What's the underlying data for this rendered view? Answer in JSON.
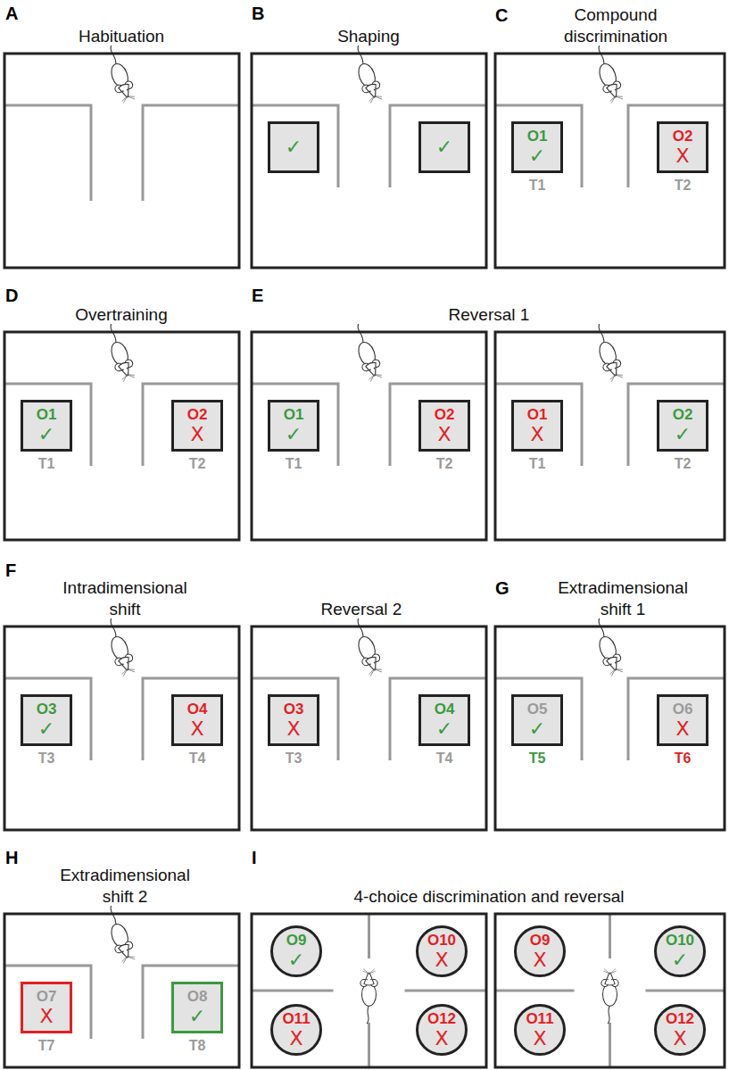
{
  "diagram": {
    "nodes": [
      {
        "text": [
          "A",
          "Habituation"
        ]
      },
      {
        "text": [
          "B",
          "Shaping"
        ]
      },
      {
        "text": [
          "✓"
        ],
        "in": 1
      },
      {
        "text": [
          "✓"
        ],
        "in": 1
      },
      {
        "text": [
          "C",
          "Compound discrimination"
        ]
      },
      {
        "text": [
          "O1",
          "✓",
          "T1"
        ],
        "in": 4
      },
      {
        "text": [
          "O2",
          "X",
          "T2"
        ],
        "in": 4
      },
      {
        "text": [
          "D",
          "Overtraining"
        ]
      },
      {
        "text": [
          "O1",
          "✓",
          "T1"
        ],
        "in": 7
      },
      {
        "text": [
          "O2",
          "X",
          "T2"
        ],
        "in": 7
      },
      {
        "text": [
          "E",
          "Reversal 1"
        ]
      },
      {
        "text": [
          "O1",
          "✓",
          "T1"
        ],
        "in": 10
      },
      {
        "text": [
          "O2",
          "X",
          "T2"
        ],
        "in": 10
      },
      {
        "text": [
          "O1",
          "X",
          "T1"
        ],
        "in": 10
      },
      {
        "text": [
          "O2",
          "✓",
          "T2"
        ],
        "in": 10
      },
      {
        "text": [
          "F",
          "Intradimensional shift"
        ]
      },
      {
        "text": [
          "O3",
          "✓",
          "T3"
        ],
        "in": 15
      },
      {
        "text": [
          "O4",
          "X",
          "T4"
        ],
        "in": 15
      },
      {
        "text": [
          "Reversal 2"
        ]
      },
      {
        "text": [
          "O3",
          "X",
          "T3"
        ],
        "in": 18
      },
      {
        "text": [
          "O4",
          "✓",
          "T4"
        ],
        "in": 18
      },
      {
        "text": [
          "G",
          "Extradimensional shift 1"
        ]
      },
      {
        "text": [
          "O5",
          "✓",
          "T5"
        ],
        "in": 21
      },
      {
        "text": [
          "O6",
          "X",
          "T6"
        ],
        "in": 21
      },
      {
        "text": [
          "H",
          "Extradimensional shift 2"
        ]
      },
      {
        "text": [
          "O7",
          "X",
          "T7"
        ],
        "in": 24
      },
      {
        "text": [
          "O8",
          "✓",
          "T8"
        ],
        "in": 24
      },
      {
        "text": [
          "I",
          "4-choice discrimination and reversal"
        ]
      },
      {
        "text": [
          "O9",
          "✓"
        ],
        "in": 27
      },
      {
        "text": [
          "O10",
          "X"
        ],
        "in": 27
      },
      {
        "text": [
          "O11",
          "X"
        ],
        "in": 27
      },
      {
        "text": [
          "O12",
          "X"
        ],
        "in": 27
      },
      {
        "text": [
          "O9",
          "X"
        ],
        "in": 27
      },
      {
        "text": [
          "O10",
          "✓"
        ],
        "in": 27
      },
      {
        "text": [
          "O11",
          "X"
        ],
        "in": 27
      },
      {
        "text": [
          "O12",
          "X"
        ],
        "in": 27
      }
    ]
  }
}
